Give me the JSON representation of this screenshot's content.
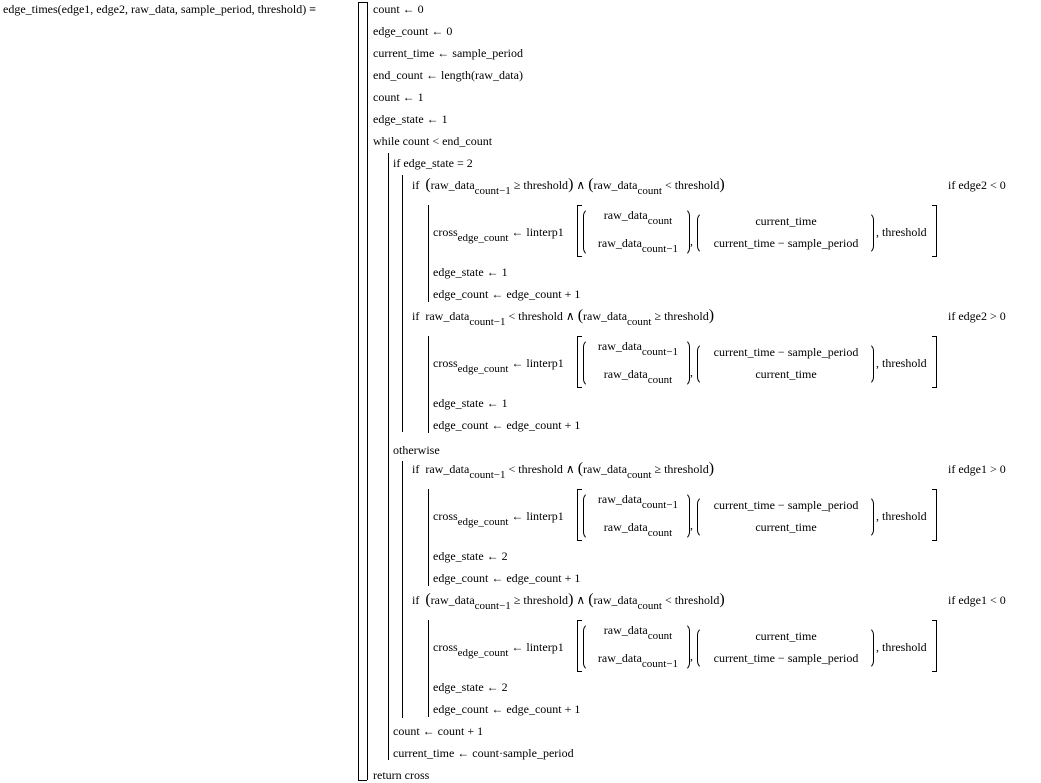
{
  "function_def": {
    "name": "edge_times",
    "params": "(edge1, edge2, raw_data, sample_period, threshold)",
    "define_op": "≡"
  },
  "init": [
    "count ← 0",
    "edge_count ← 0",
    "current_time ← sample_period",
    "end_count ← length(raw_data)",
    "count ← 1",
    "edge_state ← 1"
  ],
  "while_line": "while  count < end_count",
  "if_state": "if  edge_state = 2",
  "otherwise": "otherwise",
  "syms": {
    "raw": "raw_data",
    "sub_prev": "count−1",
    "sub_cur": "count",
    "ge_thr": "≥ threshold",
    "lt_thr": "< threshold",
    "and": "∧",
    "cross": "cross",
    "sub_ec": "edge_count",
    "assign_interp": "← linterp1",
    "ct": "current_time",
    "ct_minus": "current_time − sample_period",
    "thr": ", threshold",
    "comma": ",",
    "if": "if"
  },
  "blocks": [
    {
      "cond_right": "if  edge2 < 0",
      "state_line": "edge_state ← 1",
      "inc_line": "edge_count ← edge_count + 1"
    },
    {
      "cond_right": "if  edge2 > 0",
      "state_line": "edge_state ← 1",
      "inc_line": "edge_count ← edge_count + 1"
    },
    {
      "cond_right": "if  edge1 > 0",
      "state_line": "edge_state ← 2",
      "inc_line": "edge_count ← edge_count + 1"
    },
    {
      "cond_right": "if  edge1 < 0",
      "state_line": "edge_state ← 2",
      "inc_line": "edge_count ← edge_count + 1"
    }
  ],
  "tail": {
    "count_inc": "count ← count + 1",
    "time_update": "current_time ← count·sample_period",
    "return": "return  cross"
  }
}
